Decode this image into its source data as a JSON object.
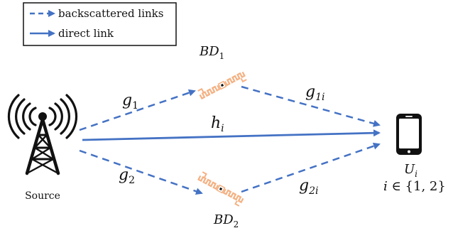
{
  "legend": {
    "backscattered_label": "backscattered links",
    "direct_label": "direct link"
  },
  "nodes": {
    "source_label": "Source",
    "bd1": {
      "base": "BD",
      "sub": "1"
    },
    "bd2": {
      "base": "BD",
      "sub": "2"
    },
    "user": {
      "base": "U",
      "sub": "i"
    },
    "user_set": {
      "var": "i",
      "rest": " ∈ {1, 2}"
    }
  },
  "links": {
    "g1": {
      "base": "g",
      "sub": "1"
    },
    "g2": {
      "base": "g",
      "sub": "2"
    },
    "g1i": {
      "base": "g",
      "sub": "1i"
    },
    "g2i": {
      "base": "g",
      "sub": "2i"
    },
    "hi": {
      "base": "h",
      "sub": "i"
    }
  },
  "colors": {
    "link": "#4472c4",
    "tag": "#f4b183",
    "ink": "#111111"
  },
  "icons": {
    "source": "antenna-tower-icon",
    "tags": "backscatter-tag-icon",
    "user": "smartphone-icon"
  }
}
